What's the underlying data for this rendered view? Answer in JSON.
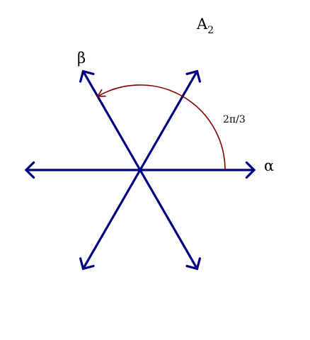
{
  "title": {
    "main": "A",
    "subscript": "2"
  },
  "labels": {
    "alpha": "α",
    "beta": "β",
    "angle": "2π/3"
  },
  "colors": {
    "roots": "#000080",
    "arc": "#800000",
    "text": "#000000",
    "background": "#ffffff"
  },
  "roots": [
    {
      "name": "alpha",
      "angle_deg": 0
    },
    {
      "name": "alpha-plus-beta",
      "angle_deg": 60
    },
    {
      "name": "beta",
      "angle_deg": 120
    },
    {
      "name": "negative-alpha",
      "angle_deg": 180
    },
    {
      "name": "negative-alpha-plus-beta",
      "angle_deg": 240
    },
    {
      "name": "negative-beta",
      "angle_deg": 300
    }
  ],
  "angle_arc": {
    "from_deg": 0,
    "to_deg": 120
  }
}
